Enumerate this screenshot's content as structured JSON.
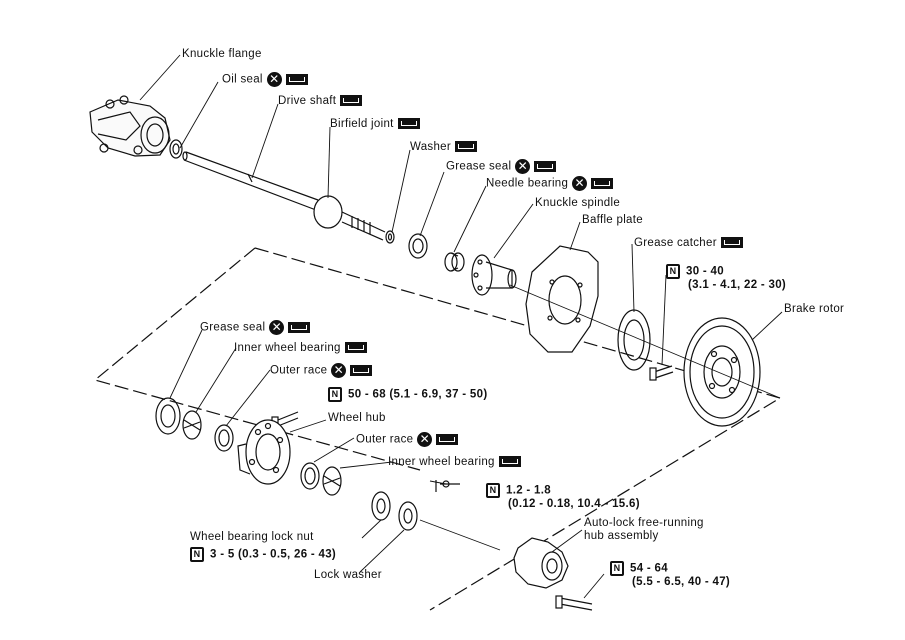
{
  "labels": {
    "knuckle_flange": "Knuckle flange",
    "oil_seal": "Oil seal",
    "drive_shaft": "Drive shaft",
    "birfield_joint": "Birfield joint",
    "washer": "Washer",
    "grease_seal_top": "Grease seal",
    "needle_bearing": "Needle bearing",
    "knuckle_spindle": "Knuckle spindle",
    "baffle_plate": "Baffle plate",
    "grease_catcher": "Grease catcher",
    "brake_rotor": "Brake rotor",
    "grease_seal_left": "Grease seal",
    "inner_wheel_bearing_top": "Inner wheel bearing",
    "outer_race_top": "Outer race",
    "wheel_hub": "Wheel hub",
    "outer_race_mid": "Outer race",
    "inner_wheel_bearing_mid": "Inner wheel bearing",
    "wheel_bearing_lock_nut": "Wheel bearing lock nut",
    "lock_washer": "Lock washer",
    "auto_lock_hub_1": "Auto-lock free-running",
    "auto_lock_hub_2": "hub assembly"
  },
  "torques": {
    "grease_catcher_bolt_1": "30 - 40",
    "grease_catcher_bolt_2": "(3.1 - 4.1, 22 - 30)",
    "hub_bolt": "50 - 68 (5.1 - 6.9, 37 - 50)",
    "screw_1": "1.2 - 1.8",
    "screw_2": "(0.12 - 0.18, 10.4 - 15.6)",
    "lock_nut": "3 - 5 (0.3 - 0.5, 26 - 43)",
    "auto_lock_bolt_1": "54 - 64",
    "auto_lock_bolt_2": "(5.5 - 6.5, 40 - 47)"
  },
  "icons": {
    "replace": "x-replace-icon",
    "grease": "grease-icon",
    "torque": "torque-wrench-icon"
  }
}
